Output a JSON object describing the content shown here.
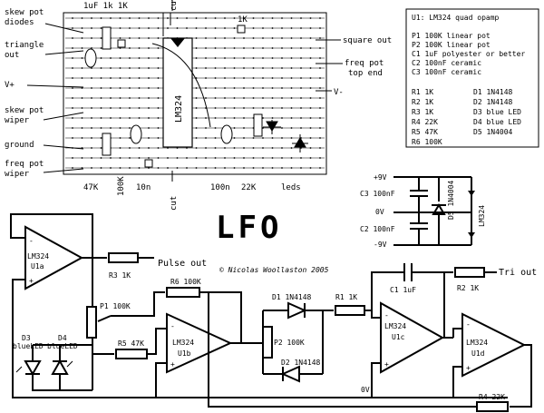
{
  "title": "LFO",
  "copyright": "© Nicolas Woollaston 2005",
  "stripboard": {
    "top_labels": [
      "1uF 1k 1K",
      "cut",
      "1K"
    ],
    "chip_label": "LM324",
    "left_labels": [
      "skew pot diodes",
      "triangle out",
      "V+",
      "skew pot wiper",
      "ground",
      "freq pot wiper"
    ],
    "right_labels": [
      "square out",
      "freq pot top end",
      "V-"
    ],
    "bottom_labels": [
      "47K",
      "100K",
      "10n",
      "cut",
      "100n",
      "22K",
      "leds"
    ]
  },
  "parts_list": {
    "header": "U1: LM324 quad opamp",
    "pots": [
      "P1 100K linear pot",
      "P2 100K linear pot",
      "C1 1uF polyester or better",
      "C2 100nF ceramic",
      "C3 100nF ceramic"
    ],
    "resistors": [
      "R1 1K",
      "R2 1K",
      "R3 1K",
      "R4 22K",
      "R5 47K",
      "R6 100K"
    ],
    "diodes": [
      "D1 1N4148",
      "D2 1N4148",
      "D3 blue LED",
      "D4 blue LED",
      "D5 1N4004"
    ]
  },
  "power": {
    "rails": [
      "+9V",
      "0V",
      "-9V"
    ],
    "caps": [
      "C3 100nF",
      "C2 100nF"
    ],
    "diode": "D5 1N4004",
    "chip": "LM324"
  },
  "schematic": {
    "u1a": "LM324 U1a",
    "u1b": "LM324 U1b",
    "u1c": "LM324 U1c",
    "u1d": "LM324 U1d",
    "r3": "R3 1K",
    "pulse_out": "Pulse out",
    "p1": "P1 100K",
    "r6": "R6 100K",
    "r5": "R5 47K",
    "d1": "D1 1N4148",
    "d2": "D2 1N4148",
    "p2": "P2 100K",
    "r1": "R1 1K",
    "c1": "C1 1uF",
    "r2": "R2 1K",
    "tri_out": "Tri out",
    "d3": "D3 blueLED",
    "d4": "D4 blueLED",
    "ov": "0V",
    "r4": "R4 22K"
  }
}
